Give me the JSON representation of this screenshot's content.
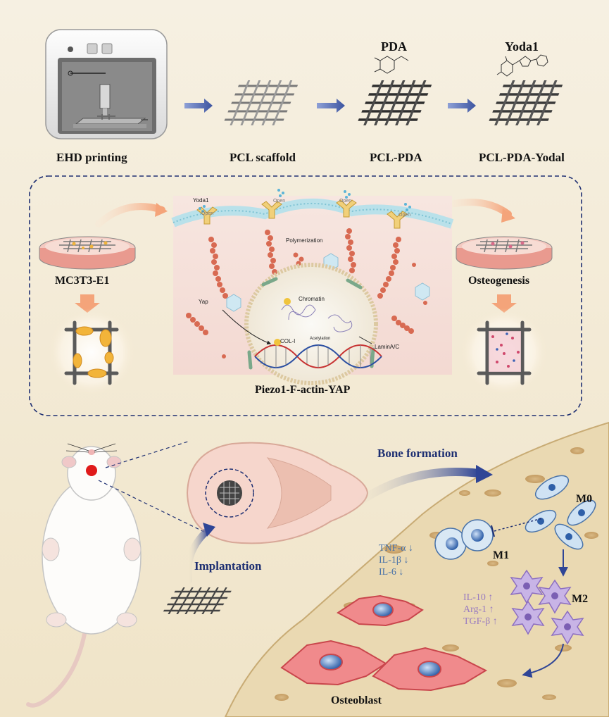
{
  "workflow": {
    "steps": [
      "EHD printing",
      "PCL scaffold",
      "PCL-PDA",
      "PCL-PDA-Yodal"
    ],
    "chemicals": [
      "PDA",
      "Yoda1"
    ]
  },
  "mechanism": {
    "left_label": "MC3T3-E1",
    "right_label": "Osteogenesis",
    "bottom_label": "Piezo1-F-actin-YAP",
    "cell_labels": {
      "yoda1": "Yoda1",
      "open": "Open",
      "polymerization": "Polymerization",
      "yap": "Yap",
      "chromatin": "Chromatin",
      "col1": "COL-I",
      "acetylation": "Acetylation",
      "lamin": "LaminA/C"
    }
  },
  "invivo": {
    "bone_formation": "Bone formation",
    "implantation": "Implantation",
    "m0": "M0",
    "m1": "M1",
    "m2": "M2",
    "pro_inflammatory": [
      "TNF-α ↓",
      "IL-1β ↓",
      "IL-6 ↓"
    ],
    "anti_inflammatory": [
      "IL-10 ↑",
      "Arg-1 ↑",
      "TGF-β ↑"
    ],
    "osteoblast": "Osteoblast"
  },
  "colors": {
    "bone": "#ead9b2",
    "dashed_border": "#1e2f72",
    "arrow_blue": "#3c54a0",
    "fibroblast": "#e86a6e",
    "m2_cell": "#a58ad0",
    "m1_cell": "#8fb0cc"
  }
}
